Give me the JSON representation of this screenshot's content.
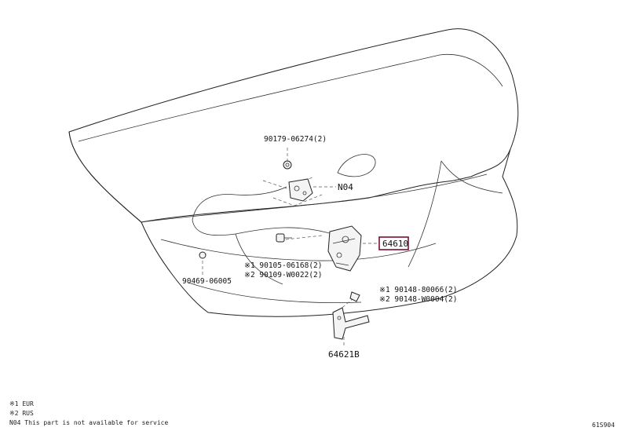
{
  "callouts": {
    "clip_top": "90179-06274(2)",
    "n04_tag": "N04",
    "highlight_part": "64610",
    "grommet": "90469-06005",
    "bolt_left_1": "※1 90105-06168(2)",
    "bolt_left_2": "※2 90109-W0022(2)",
    "bolt_right_1": "※1 90148-80066(2)",
    "bolt_right_2": "※2 90148-W0004(2)",
    "handle_part": "64621B"
  },
  "notes": {
    "line1": "※1 EUR",
    "line2": "※2 RUS",
    "line3": "N04 This part is not available for service"
  },
  "figure_id": "61S904",
  "colors": {
    "highlight_border": "#7a1030",
    "line": "#222222"
  }
}
